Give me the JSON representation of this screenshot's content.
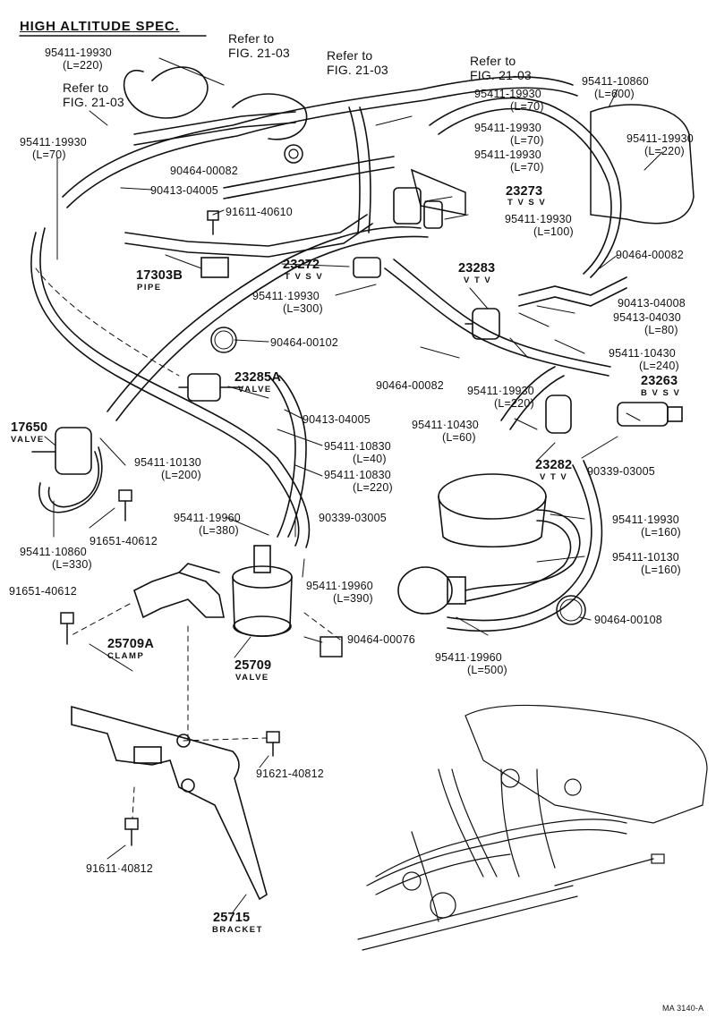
{
  "title": "HIGH ALTITUDE SPEC.",
  "refs": [
    "Refer to",
    "FIG. 21-03"
  ],
  "parts": {
    "h_19930": "95411-19930",
    "h_19930_dot": "95411·19930",
    "h_10860": "95411-10860",
    "h_10860_dot": "95411·10860",
    "h_10430": "95411-10430",
    "h_10430_dot": "95411·10430",
    "h_10830": "95411-10830",
    "h_10830_dot": "95411·10830",
    "h_10130": "95411-10130",
    "h_10130_dot": "95411·10130",
    "h_19960": "95411-19960",
    "h_19960_dot": "95411·19960",
    "p_90464_00082": "90464-00082",
    "p_90464_00102": "90464-00102",
    "p_90464_00108": "90464-00108",
    "p_90464_00076": "90464-00076",
    "p_90413_04005": "90413-04005",
    "p_90413_04008": "90413-04008",
    "p_95413_04030": "95413-04030",
    "p_91611_40610": "91611-40610",
    "p_91611_40812": "91611·40812",
    "p_91651_40612": "91651-40612",
    "p_91621_40812": "91621-40812",
    "p_90339_03005": "90339-03005",
    "p_17303B": "17303B",
    "p_17650": "17650",
    "p_23272": "23272",
    "p_23273": "23273",
    "p_23283": "23283",
    "p_23282": "23282",
    "p_23285A": "23285A",
    "p_23263": "23263",
    "p_25709A": "25709A",
    "p_25709": "25709",
    "p_25715": "25715"
  },
  "lengths": {
    "l220": "(L=220)",
    "l70": "(L=70)",
    "l600": "(L=600)",
    "l100": "(L=100)",
    "l300": "(L=300)",
    "l80": "(L=80)",
    "l240": "(L=240)",
    "l60": "(L=60)",
    "l40": "(L=40)",
    "l200": "(L=200)",
    "l380": "(L=380)",
    "l390": "(L=390)",
    "l160": "(L=160)",
    "l330": "(L=330)",
    "l500": "(L=500)"
  },
  "names": {
    "pipe": "PIPE",
    "valve": "VALVE",
    "tvsv": "T V S V",
    "vtv": "V T V",
    "bvsv": "B V S V",
    "clamp": "CLAMP",
    "bracket": "BRACKET"
  },
  "figure_code": "MA 3140-A"
}
